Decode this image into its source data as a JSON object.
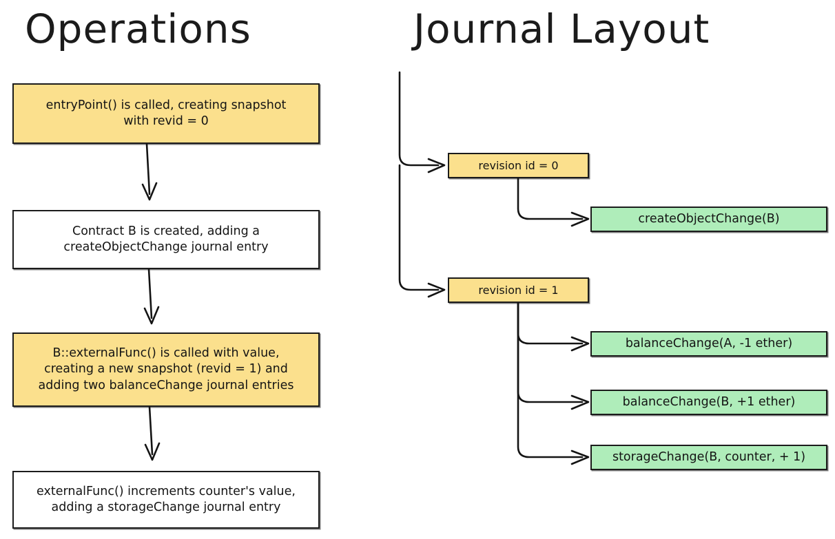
{
  "titles": {
    "left": "Operations",
    "right": "Journal Layout"
  },
  "colors": {
    "yellow_fill": "#FBE08D",
    "green_fill": "#AFEDBA",
    "white_fill": "#FFFFFF",
    "stroke": "#141414",
    "background": "#FFFFFF"
  },
  "operations": {
    "steps": [
      {
        "id": "step-entrypoint",
        "fill": "yellow",
        "line1": "entryPoint() is called, creating snapshot",
        "line2": "with revid = 0",
        "line3": ""
      },
      {
        "id": "step-contract-created",
        "fill": "white",
        "line1": "Contract B is created, adding a",
        "line2": "createObjectChange journal entry",
        "line3": ""
      },
      {
        "id": "step-externalfunc-called",
        "fill": "yellow",
        "line1": "B::externalFunc() is called with value,",
        "line2": "creating a new snapshot (revid = 1) and",
        "line3": "adding two balanceChange journal entries"
      },
      {
        "id": "step-increments-counter",
        "fill": "white",
        "line1": "externalFunc() increments counter's value,",
        "line2": "adding a storageChange journal entry",
        "line3": ""
      }
    ]
  },
  "journal": {
    "revisions": [
      {
        "id": "revision-0",
        "label": "revision id = 0",
        "entries": [
          {
            "id": "entry-createobjectchange-b",
            "label": "createObjectChange(B)"
          }
        ]
      },
      {
        "id": "revision-1",
        "label": "revision id = 1",
        "entries": [
          {
            "id": "entry-balancechange-a",
            "label": "balanceChange(A, -1 ether)"
          },
          {
            "id": "entry-balancechange-b",
            "label": "balanceChange(B, +1 ether)"
          },
          {
            "id": "entry-storagechange-b",
            "label": "storageChange(B, counter, + 1)"
          }
        ]
      }
    ]
  }
}
